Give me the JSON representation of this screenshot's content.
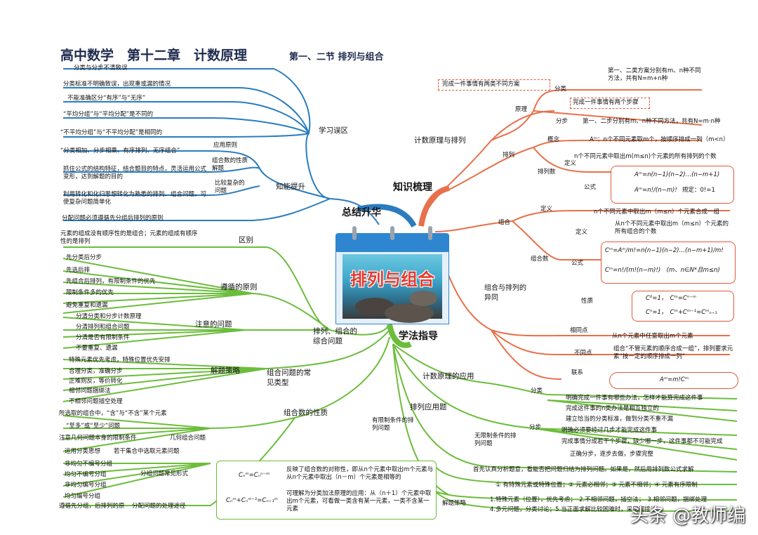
{
  "title": {
    "main": "高中数学　第十二章　计数原理",
    "sub": "第一、二节 排列与组合"
  },
  "center": {
    "caption": "排列与组合"
  },
  "branches": {
    "zongjie": "总结升华",
    "zhishi": "知识梳理",
    "xuefa": "学法指导"
  },
  "learning_errors": {
    "label": "学习误区",
    "items": [
      "分类与分步不清致误",
      "分类标准不明确致误，出现重或漏的情况",
      "不能准确区分“有序”与“无序”",
      "“平均分组”与“平均分配”是不同的",
      "“不平均分组”与“不平均分配”是相同的"
    ]
  },
  "ability": {
    "label": "知能提升",
    "sub1": "应用原则",
    "sub1_text": "“分类相加、分步相乘、有序排列、无序组合”",
    "sub2": "组合数的性质解题",
    "sub2_text": "抓住公式的结构特征，结合题目的特点，灵活运用公式变形，达到解题的目的",
    "sub3": "比较复杂的问题",
    "sub3_text": "利用转化和化归思想转化为熟悉的排列、组合问题，可使复杂问题简单化",
    "last": "分配问题必须遵循先分组后排列的原则"
  },
  "distinction": {
    "label": "区别",
    "text": "元素的组成没有顺序性的是组合；元素的组成有顺序性的是排列"
  },
  "principles": {
    "label": "遵循的原则",
    "items": [
      "先分类后分步",
      "先选后排",
      "先组合后排列，有限制条件的优先",
      "限制条件多的优先",
      "避免重复和遗漏"
    ]
  },
  "attention": {
    "label": "注意的问题",
    "items": [
      "分清分类和分步计数原理",
      "分清排列和组合问题",
      "分清是否有限制条件",
      "不要重复、遗漏"
    ]
  },
  "strategies": {
    "label": "解题策略",
    "items": [
      "特殊元素优先考虑，特殊位置优先安排",
      "合理分类，准确分步",
      "正难则反，等价转化",
      "相邻问题捆绑法",
      "不相邻问题插空处理"
    ]
  },
  "comprehensive": "排列、组合的综合问题",
  "combo_types": {
    "label": "组合问题的常见类型",
    "items": [
      "所选取的组合中，“含”与“不含”某个元素",
      "“至多”或“至少”问题",
      "注意几何问题本身的限制条件",
      "几何组合问题",
      "运用分类思想",
      "若干集合中选取元素问题"
    ]
  },
  "grouping": {
    "label": "分组问题常见形式",
    "items": [
      "非均匀不编号分组",
      "均匀不编号分组",
      "非均匀编号分组",
      "均匀编号分组"
    ],
    "last": "遵循先分组，后排列的原",
    "last_label": "分配问题的处理途径"
  },
  "combo_props": {
    "label": "组合数的性质",
    "f1": "C&#8345;ᵐ=C&#8345;ⁿ⁻ᵐ",
    "t1": "反映了组合数的对称性，即从n个元素中取出m个元素与从n个元素中取出（n－m）个元素是相等的",
    "f2": "C&#8345;ᵐ+C&#8345;ᵐ⁻¹=C&#8345;₊₁ᵐ",
    "t2": "可理解为分类加法原理的应用：从（n＋1）个元素中取出m个元素，可看做一类含有某一元素，一类不含某一元素"
  },
  "principle": {
    "label": "原理",
    "root": "计数原理与排列",
    "fenlei": "分类",
    "fenlei_note": "完成一件事情有两类不同方案",
    "fenlei_text": "第一、二类方案分别有m、n种不同方法，共有N=m+n种",
    "fenbu": "分步",
    "fenbu_note": "完成一件事情有两个步骤",
    "fenbu_text": "第一、二步分别有m、n种不同方法，共有N=m·n种"
  },
  "permutation": {
    "label": "排列",
    "concept": "概念",
    "concept_text": "Aᵐ：n个不同元素取m个，按顺序排成一列（m<n）",
    "count": "排列数",
    "def": "定义",
    "def_text": "n个不同元素中取出m(m≤n)个元素的所有排列的个数",
    "formula": "公式",
    "f1": "Aᵐ=n(n−1)(n−2)…(n−m+1)",
    "f2": "Aᵐ=n!/(n−m)!",
    "f2_note": "规定：0!=1"
  },
  "combination": {
    "label": "组合",
    "def": "定义",
    "def_text": "n个不同元素中取出m（m≤n）个元素合成一组",
    "count": "组合数",
    "cdef": "定义",
    "cdef_text": "从n个不同元素中取出m（m≤n）个元素的所有组合的个数",
    "formula": "公式",
    "cf1": "Cᵐ=Aᵐ/m!=n(n−1)(n−2)…(n−m+1)/m!",
    "cf2": "Cᵐ=n!/(m!(n−m)!)　(m、n∈N*且m≤n)",
    "prop": "性质",
    "p1": "C⁰=1，　Cᵐ=Cⁿ⁻ᵐ",
    "p2": "Cⁿ=1，　Cᵐ+Cᵐ⁻¹=Cᵐₙ₊₁"
  },
  "diff": {
    "label": "组合与排列的异同",
    "same": "相同点",
    "same_text": "从n个元素中任意取出m个元素",
    "diff": "不同点",
    "diff_text": "组合“不管元素的顺序合成一组”，排列要求元素“按一定的顺序排成一列”",
    "link": "联系",
    "link_text": "Aᵐ=m!Cᵐ"
  },
  "application": {
    "label": "计数原理的应用",
    "pa": "排列应用题",
    "fenlei": "分类",
    "fl1": "明确完成一件事有哪些办法，怎样才能算完成这件事",
    "fl2": "完成这件事的n类办法是相互独立的",
    "fl3": "建立恰当的分类标准，做到分类不重不漏",
    "fenbu": "分步",
    "fb1": "明确必须要经过几步才能完成这件事",
    "fb2": "完成事情分成若干个步骤，缺少哪一步，这件事都不可能完成",
    "fb3": "正确分步，逐步去做，步骤完整",
    "limited": "有限制条件的排列问题",
    "unlimited": "无限制条件的排列问题",
    "unlimited_text": "首先认真分析题意，看能否把问题归结为排列问题。如果是，然后用排列数公式求解",
    "cases": "① 有特殊元素或特殊位置；② 元素必相邻；③ 元素不相邻；④ 元素有序限制",
    "strategy": "解题策略",
    "s1": "1.特殊元素（位置），优先考虑；　2.不相邻问题，插空法；　3.相邻问题，捆绑处理",
    "s2": "4.多元问题，分类讨论；5.当正面求解比较困难时，采用间接法"
  },
  "watermark": "头条 @教师编",
  "colors": {
    "blue": "#2a7cbf",
    "orange": "#e8704a",
    "green": "#6bbd3b"
  }
}
